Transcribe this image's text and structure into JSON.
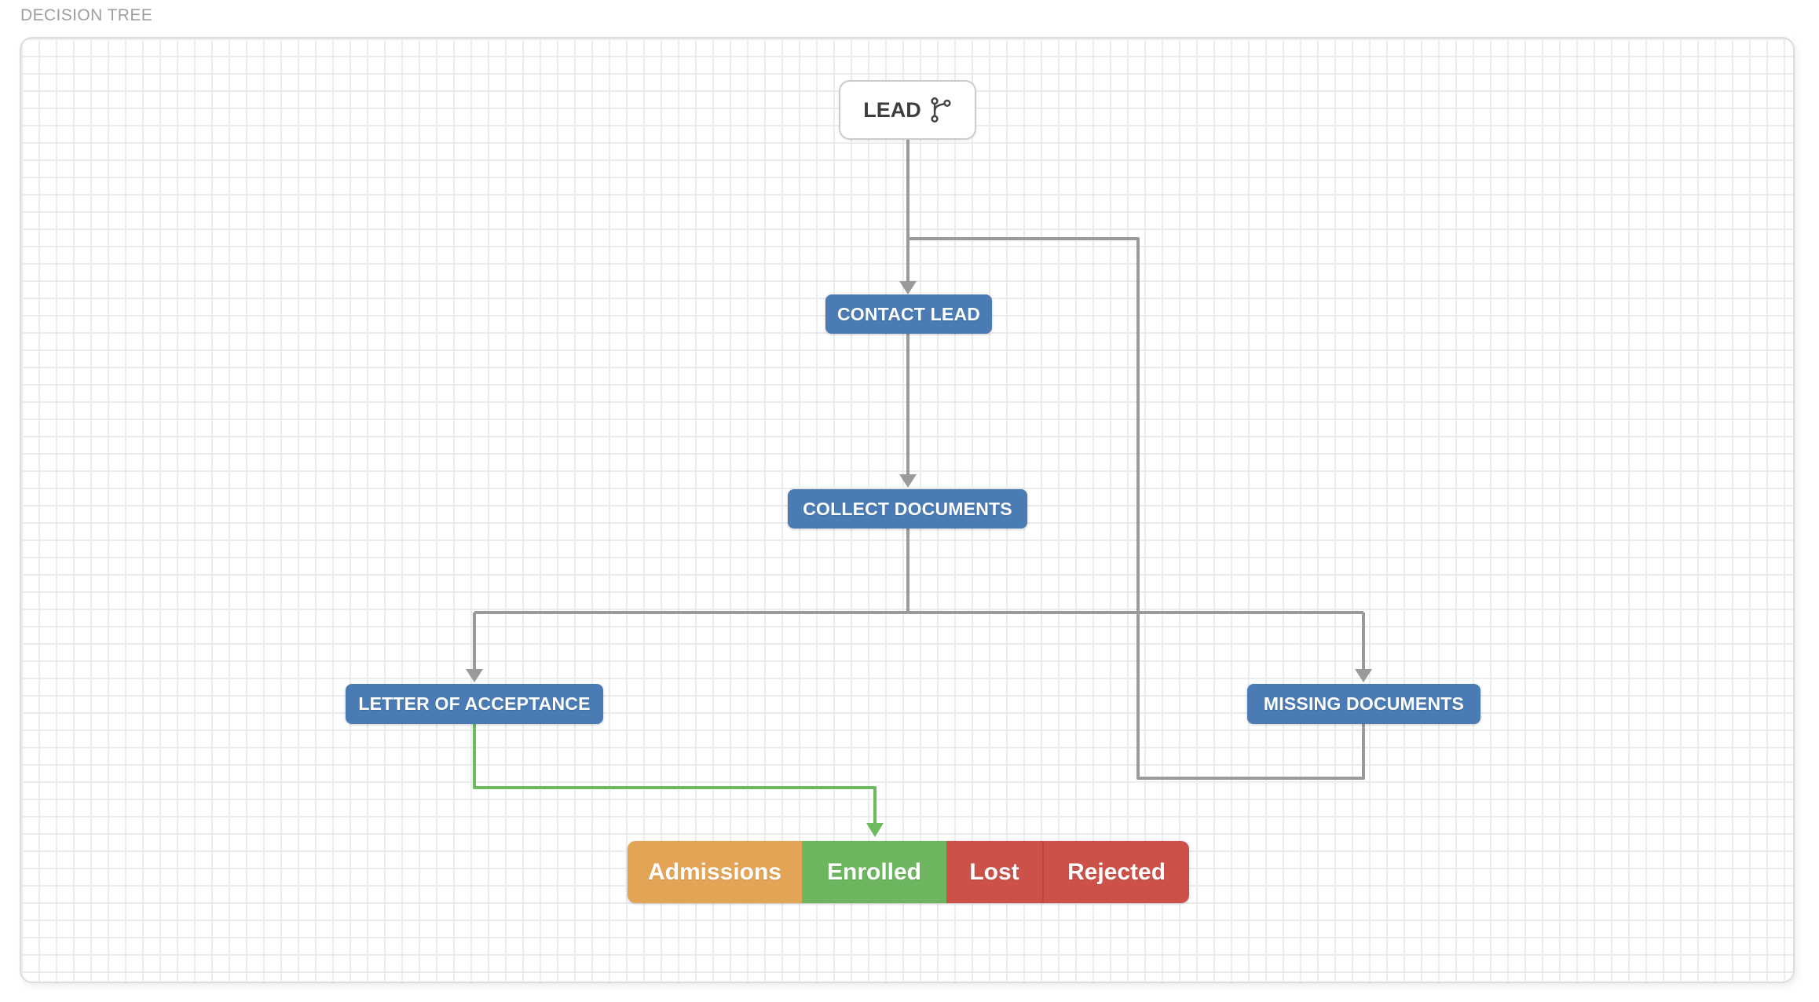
{
  "header": {
    "title": "DECISION TREE"
  },
  "nodes": {
    "lead": {
      "label": "LEAD",
      "icon": "code-branch-icon",
      "type": "start"
    },
    "contact_lead": {
      "label": "CONTACT LEAD"
    },
    "collect_documents": {
      "label": "COLLECT DOCUMENTS"
    },
    "letter_of_acceptance": {
      "label": "LETTER OF ACCEPTANCE"
    },
    "missing_documents": {
      "label": "MISSING DOCUMENTS"
    }
  },
  "statuses": [
    {
      "label": "Admissions",
      "color": "#e3a455"
    },
    {
      "label": "Enrolled",
      "color": "#6db65f"
    },
    {
      "label": "Lost",
      "color": "#cb5149"
    },
    {
      "label": "Rejected",
      "color": "#cb5149"
    }
  ],
  "edges": [
    {
      "from": "lead",
      "to": "contact_lead",
      "color": "#9a9a9a"
    },
    {
      "from": "contact_lead",
      "to": "collect_documents",
      "color": "#9a9a9a"
    },
    {
      "from": "collect_documents",
      "to": "letter_of_acceptance",
      "color": "#9a9a9a"
    },
    {
      "from": "collect_documents",
      "to": "missing_documents",
      "color": "#9a9a9a"
    },
    {
      "from": "missing_documents",
      "to": "contact_lead",
      "color": "#9a9a9a"
    },
    {
      "from": "letter_of_acceptance",
      "to": "status_enrolled",
      "color": "#6cbb5e"
    }
  ],
  "colors": {
    "node_blue": "#4a7bb5",
    "connector_gray": "#9a9a9a",
    "connector_green": "#6cbb5e",
    "canvas_grid": "#ececec"
  }
}
